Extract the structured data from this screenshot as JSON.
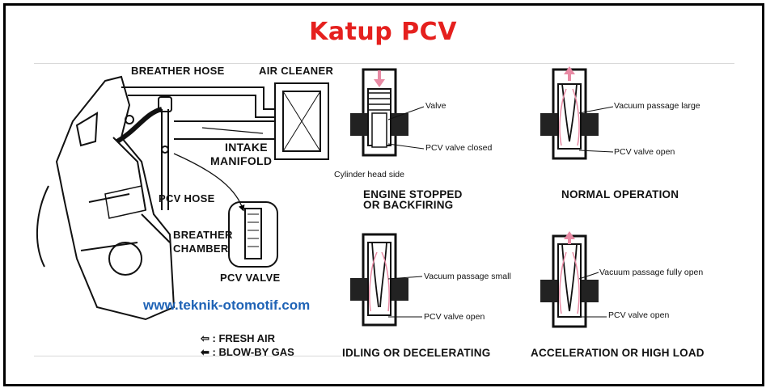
{
  "title": "Katup PCV",
  "website": "www.teknik-otomotif.com",
  "colors": {
    "title": "#e5201e",
    "website": "#1f63b6",
    "arrow": "#e88aa4"
  },
  "engine": {
    "breather_hose": "BREATHER HOSE",
    "air_cleaner": "AIR CLEANER",
    "intake_manifold_1": "INTAKE",
    "intake_manifold_2": "MANIFOLD",
    "pcv_hose": "PCV HOSE",
    "breather_chamber_1": "BREATHER",
    "breather_chamber_2": "CHAMBER",
    "pcv_valve": "PCV VALVE",
    "legend_fresh": "⇦ : FRESH AIR",
    "legend_blowby": "⬅ : BLOW-BY GAS"
  },
  "panels": [
    {
      "caption_1": "ENGINE STOPPED",
      "caption_2": "OR BACKFIRING",
      "label_1": "Valve",
      "label_2": "PCV valve closed",
      "label_3": "Cylinder head side"
    },
    {
      "caption_1": "NORMAL OPERATION",
      "label_1": "Vacuum passage large",
      "label_2": "PCV valve open"
    },
    {
      "caption_1": "IDLING OR DECELERATING",
      "label_1": "Vacuum passage small",
      "label_2": "PCV valve open"
    },
    {
      "caption_1": "ACCELERATION OR HIGH LOAD",
      "label_1": "Vacuum passage fully open",
      "label_2": "PCV valve open"
    }
  ]
}
